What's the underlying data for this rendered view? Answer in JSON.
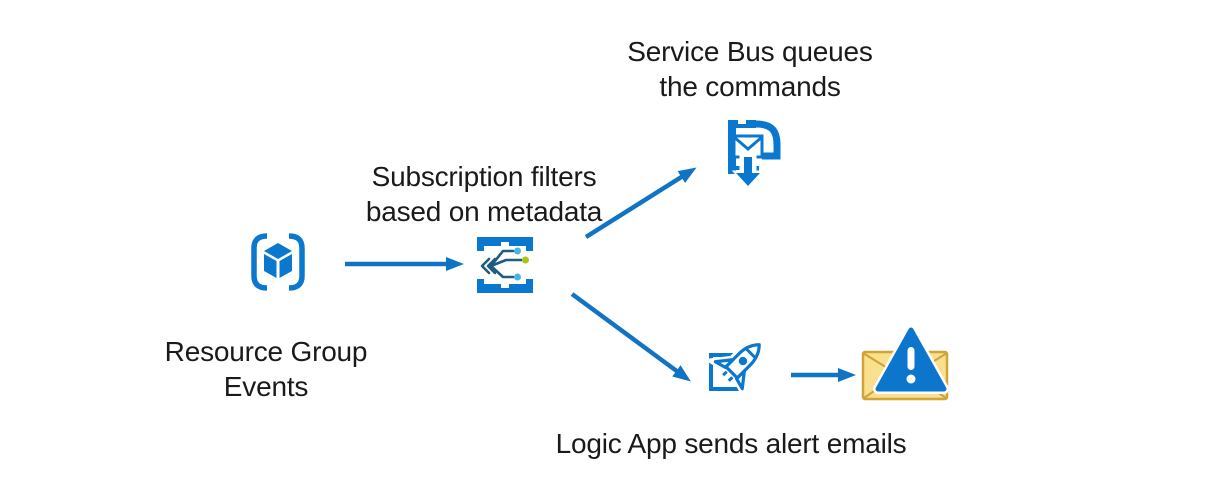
{
  "colors": {
    "background": "#ffffff",
    "icon_blue": "#0b78d0",
    "arrow_blue": "#1173c4",
    "branch_dark": "#1e5c80",
    "dot_cyan": "#45b6e2",
    "dot_green": "#a9c411",
    "envelope_fill": "#f8e08c",
    "envelope_stroke": "#cfa53a",
    "alert_blue": "#0b76cc",
    "text": "#1a1a1a"
  },
  "nodes": {
    "resource_group": {
      "label": "Resource Group\nEvents",
      "icon": "resource-group-icon"
    },
    "subscription_filter": {
      "label": "Subscription filters\nbased on metadata",
      "icon": "event-subscription-filter-icon"
    },
    "service_bus": {
      "label": "Service Bus queues\nthe commands",
      "icon": "service-bus-icon"
    },
    "logic_app": {
      "label": "Logic App sends alert emails",
      "icon": "logic-app-rocket-icon"
    },
    "alert_email": {
      "icon": "alert-email-icon"
    }
  },
  "edges": [
    {
      "from": "resource_group",
      "to": "subscription_filter"
    },
    {
      "from": "subscription_filter",
      "to": "service_bus"
    },
    {
      "from": "subscription_filter",
      "to": "logic_app"
    },
    {
      "from": "logic_app",
      "to": "alert_email"
    }
  ]
}
